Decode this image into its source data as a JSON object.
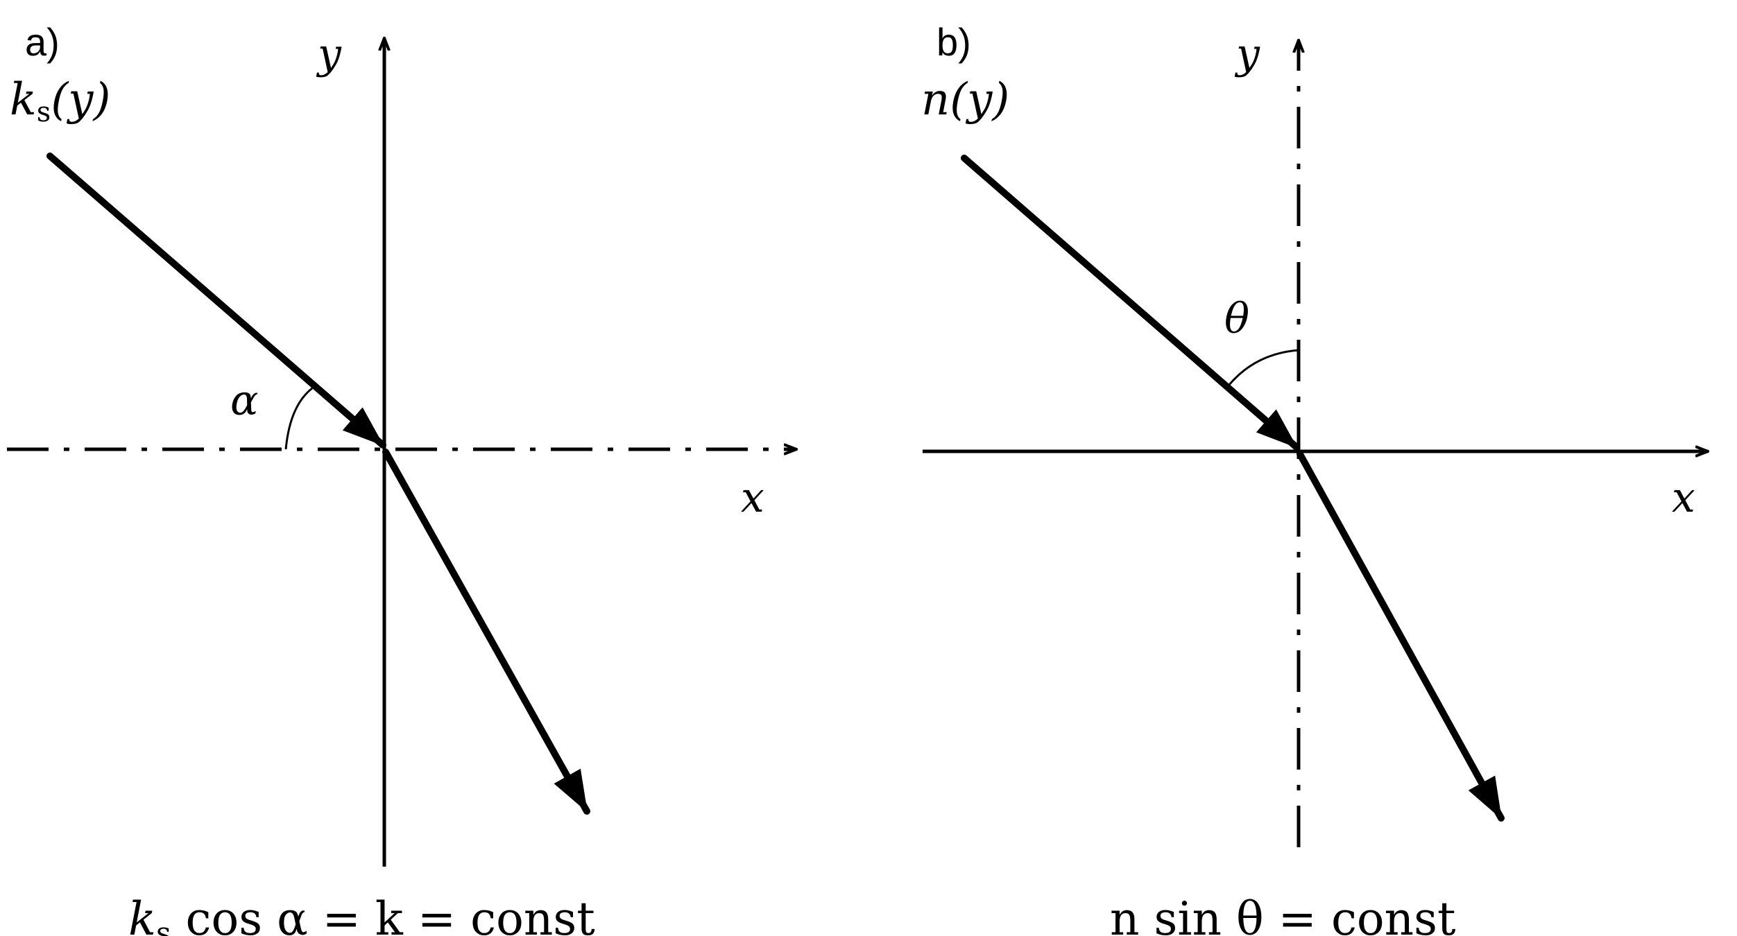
{
  "panel_a": {
    "label": "a)",
    "y_axis_label": "y",
    "x_axis_label": "x",
    "field": {
      "main": "k",
      "sub": "s",
      "arg": "(y)"
    },
    "angle": "α",
    "equation": {
      "k": "k",
      "sub": "s",
      "rest": " cos α = k = const"
    }
  },
  "panel_b": {
    "label": "b)",
    "y_axis_label": "y",
    "x_axis_label": "x",
    "field": {
      "main": "n",
      "arg": "(y)"
    },
    "angle": "θ",
    "equation": {
      "text": "n sin θ = const"
    }
  },
  "colors": {
    "ink": "#000000",
    "background": "#ffffff"
  }
}
